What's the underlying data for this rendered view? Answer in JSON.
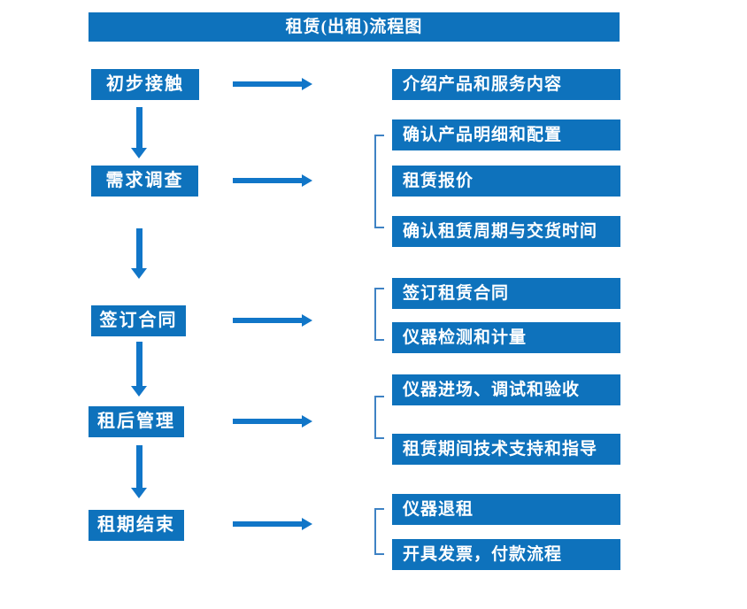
{
  "title": "租赁(出租)流程图",
  "colors": {
    "box_fill": "#0E72BC",
    "arrow": "#1176C8",
    "bracket": "#3E82C4",
    "text": "#FFFFFF",
    "background": "#FFFFFF"
  },
  "icons": {
    "arrow_right": "css-triangle-right",
    "arrow_down": "css-triangle-down",
    "bracket_left": "css-left-square-bracket"
  },
  "stages": [
    {
      "label": "初步接触",
      "outputs": [
        "介绍产品和服务内容"
      ]
    },
    {
      "label": "需求调查",
      "outputs": [
        "确认产品明细和配置",
        "租赁报价",
        "确认租赁周期与交货时间"
      ]
    },
    {
      "label": "签订合同",
      "outputs": [
        "签订租赁合同",
        "仪器检测和计量"
      ]
    },
    {
      "label": "租后管理",
      "outputs": [
        "仪器进场、调试和验收",
        "租赁期间技术支持和指导"
      ]
    },
    {
      "label": "租期结束",
      "outputs": [
        "仪器退租",
        "开具发票，付款流程"
      ]
    }
  ]
}
